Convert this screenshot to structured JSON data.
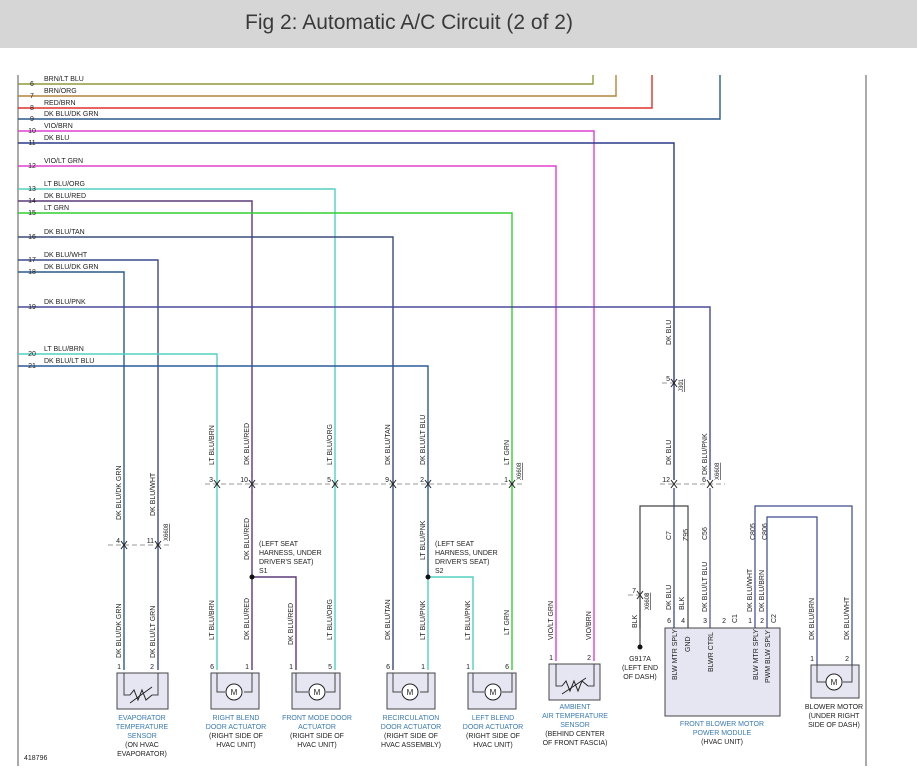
{
  "title": "Fig 2: Automatic A/C Circuit (2 of 2)",
  "diagram_id": "418796",
  "colors": {
    "brn_lt_blu": "#8f9a3a",
    "brn_org": "#b5833a",
    "red_brn": "#e0302a",
    "dk_blu_dk_grn": "#2a5a8a",
    "vio_brn": "#e040d0",
    "dk_blu": "#2a3a8a",
    "vio_lt_grn": "#e040d0",
    "lt_blu_org": "#50d0c0",
    "dk_blu_red": "#5a3a7a",
    "lt_grn": "#30d030",
    "dk_blu_tan": "#3a4a7a",
    "dk_blu_wht": "#3a4a8a",
    "dk_blu_pnk": "#4a4a9a",
    "lt_blu_brn": "#50d0c0",
    "dk_blu_lt_blu": "#2a5a9a",
    "component_label": "#3a7ab0",
    "gray_wire": "#444444"
  },
  "bus_wires": [
    {
      "num": "6",
      "label": "BRN/LT BLU"
    },
    {
      "num": "7",
      "label": "BRN/ORG"
    },
    {
      "num": "8",
      "label": "RED/BRN"
    },
    {
      "num": "9",
      "label": "DK BLU/DK GRN"
    },
    {
      "num": "10",
      "label": "VIO/BRN"
    },
    {
      "num": "11",
      "label": "DK BLU"
    },
    {
      "num": "12",
      "label": "VIO/LT GRN"
    },
    {
      "num": "13",
      "label": "LT BLU/ORG"
    },
    {
      "num": "14",
      "label": "DK BLU/RED"
    },
    {
      "num": "15",
      "label": "LT GRN"
    },
    {
      "num": "16",
      "label": "DK BLU/TAN"
    },
    {
      "num": "17",
      "label": "DK BLU/WHT"
    },
    {
      "num": "18",
      "label": "DK BLU/DK GRN"
    },
    {
      "num": "19",
      "label": "DK BLU/PNK"
    },
    {
      "num": "20",
      "label": "LT BLU/BRN"
    },
    {
      "num": "21",
      "label": "DK BLU/LT BLU"
    }
  ],
  "vertical_labels": {
    "v124_top": "DK BLU/DK GRN",
    "v158_top": "DK BLU/WHT",
    "v124_bot": "DK BLU/DK GRN",
    "v158_bot": "DK BLU/LT GRN",
    "v217_top": "LT BLU/BRN",
    "v252_top": "DK BLU/RED",
    "v335_top": "LT BLU/ORG",
    "v393_top": "DK BLU/TAN",
    "v428_top": "DK BLU/LT BLU",
    "v512_top": "LT GRN",
    "v252_mid": "DK BLU/RED",
    "v428_mid": "LT BLU/PNK",
    "v217_bot": "LT BLU/BRN",
    "v252_bot": "DK BLU/RED",
    "v296_bot": "DK BLU/RED",
    "v335_bot": "LT BLU/ORG",
    "v393_bot": "DK BLU/TAN",
    "v428_bot": "LT BLU/PNK",
    "v473_bot": "LT BLU/PNK",
    "v512_bot": "LT GRN",
    "v556_bot": "VIO/LT GRN",
    "v594_bot": "VIO/BRN",
    "v674_top": "DK BLU",
    "v674_mid": "DK BLU",
    "v710_mid": "DK BLU/PNK",
    "c7": "C7",
    "z95": "Z95",
    "c56": "C56",
    "c805": "C805",
    "c806": "C806",
    "blk_upper": "BLK",
    "blk_lower": "BLK",
    "pm_w1": "DK BLU",
    "pm_w2": "BLK",
    "pm_w3": "DK BLU/LT BLU",
    "pm_w4": "DK BLU/WHT",
    "pm_w5": "DK BLU/BRN",
    "bm_w1": "DK BLU/BRN",
    "bm_w2": "DK BLU/WHT",
    "pm_p1": "BLW MTR SPLY",
    "pm_p2": "GND",
    "pm_p3": "BLWR CTRL",
    "pm_p4": "BLW MTR SPLY",
    "pm_p5": "PWM BLW SPLY",
    "pm_c1": "C1",
    "pm_c2": "C2"
  },
  "connectors": {
    "x6608_a": "X6608",
    "x6608_b": "X6608",
    "x6608_c": "X6608",
    "x6608_d": "X6608",
    "j301": "J301"
  },
  "pins": {
    "p4": "4",
    "p11": "11",
    "p3": "3",
    "p10": "10",
    "p5": "5",
    "p9": "9",
    "p2": "2",
    "p1": "1",
    "p12": "12",
    "p6": "6",
    "p7": "7",
    "j5": "5",
    "e1a": "1",
    "e2a": "2",
    "a6": "6",
    "a1": "1",
    "f1": "1",
    "f5": "5",
    "r6": "6",
    "r1": "1",
    "l1": "1",
    "l6": "6",
    "am1": "1",
    "am2": "2",
    "pm6": "6",
    "pm4": "4",
    "pm3": "3",
    "pm2": "2",
    "pm1": "1",
    "bm1": "1",
    "bm2": "2"
  },
  "splices": {
    "s1_text": "(LEFT SEAT HARNESS, UNDER DRIVER'S SEAT)",
    "s1": "S1",
    "s2_text": "(LEFT SEAT HARNESS, UNDER DRIVER'S SEAT)",
    "s2": "S2"
  },
  "ground": {
    "name": "G917A",
    "location": "(LEFT END OF DASH)"
  },
  "components": [
    {
      "name": "EVAPORATOR TEMPERATURE SENSOR",
      "location": "(ON HVAC EVAPORATOR)"
    },
    {
      "name": "RIGHT BLEND DOOR ACTUATOR",
      "location": "(RIGHT SIDE OF HVAC UNIT)"
    },
    {
      "name": "FRONT MODE DOOR ACTUATOR",
      "location": "(RIGHT SIDE OF HVAC UNIT)"
    },
    {
      "name": "RECIRCULATION DOOR ACTUATOR",
      "location": "(RIGHT SIDE OF HVAC ASSEMBLY)"
    },
    {
      "name": "LEFT BLEND DOOR ACTUATOR",
      "location": "(RIGHT SIDE OF HVAC UNIT)"
    },
    {
      "name": "AMBIENT AIR TEMPERATURE SENSOR",
      "location": "(BEHIND CENTER OF FRONT FASCIA)"
    },
    {
      "name": "FRONT BLOWER MOTOR POWER MODULE",
      "location": "(HVAC UNIT)"
    },
    {
      "name": "BLOWER MOTOR",
      "location": "(UNDER RIGHT SIDE OF DASH)"
    }
  ]
}
